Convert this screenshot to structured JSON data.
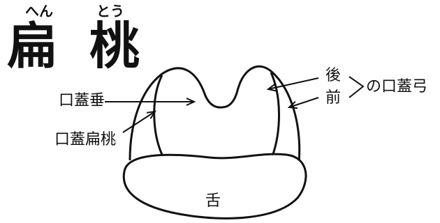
{
  "title": {
    "kanji_1": "扁",
    "kanji_2": "桃",
    "reading_1": "へん",
    "reading_2": "とう"
  },
  "labels": {
    "uvula": "口蓋垂",
    "palatine_tonsil": "口蓋扁桃",
    "posterior": "後",
    "anterior": "前",
    "palatine_arch": "の口蓋弓",
    "tongue": "舌"
  },
  "colors": {
    "ink": "#111111",
    "background": "#ffffff"
  }
}
